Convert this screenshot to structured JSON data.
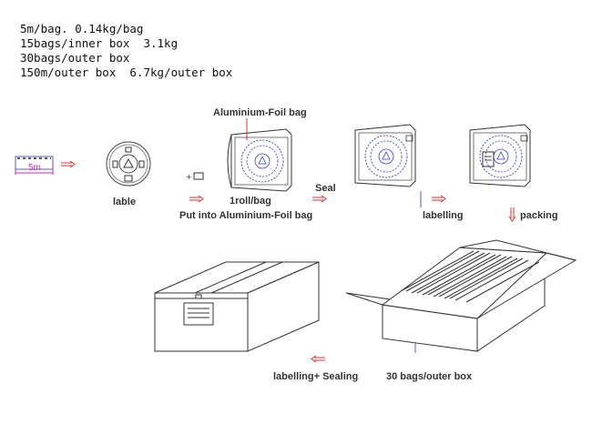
{
  "specs": [
    "5m/bag. 0.14kg/bag",
    "15bags/inner box  3.1kg",
    "30bags/outer box",
    "150m/outer box  6.7kg/outer box"
  ],
  "tape": {
    "length_label": "5m"
  },
  "labels": {
    "lable": "lable",
    "aluminium_foil_bag": "Aluminium-Foil bag",
    "one_roll_per_bag": "1roll/bag",
    "put_into_bag": "Put into Aluminium-Foil bag",
    "seal": "Seal",
    "labelling": "labelling",
    "packing": "packing",
    "labelling_sealing": "labelling+ Sealing",
    "outer_box_count": "30 bags/outer box"
  },
  "colors": {
    "arrow": "#e03030",
    "outline": "#222222",
    "blue_detail": "#3a3ad8",
    "tape_pink": "#d020d0"
  }
}
